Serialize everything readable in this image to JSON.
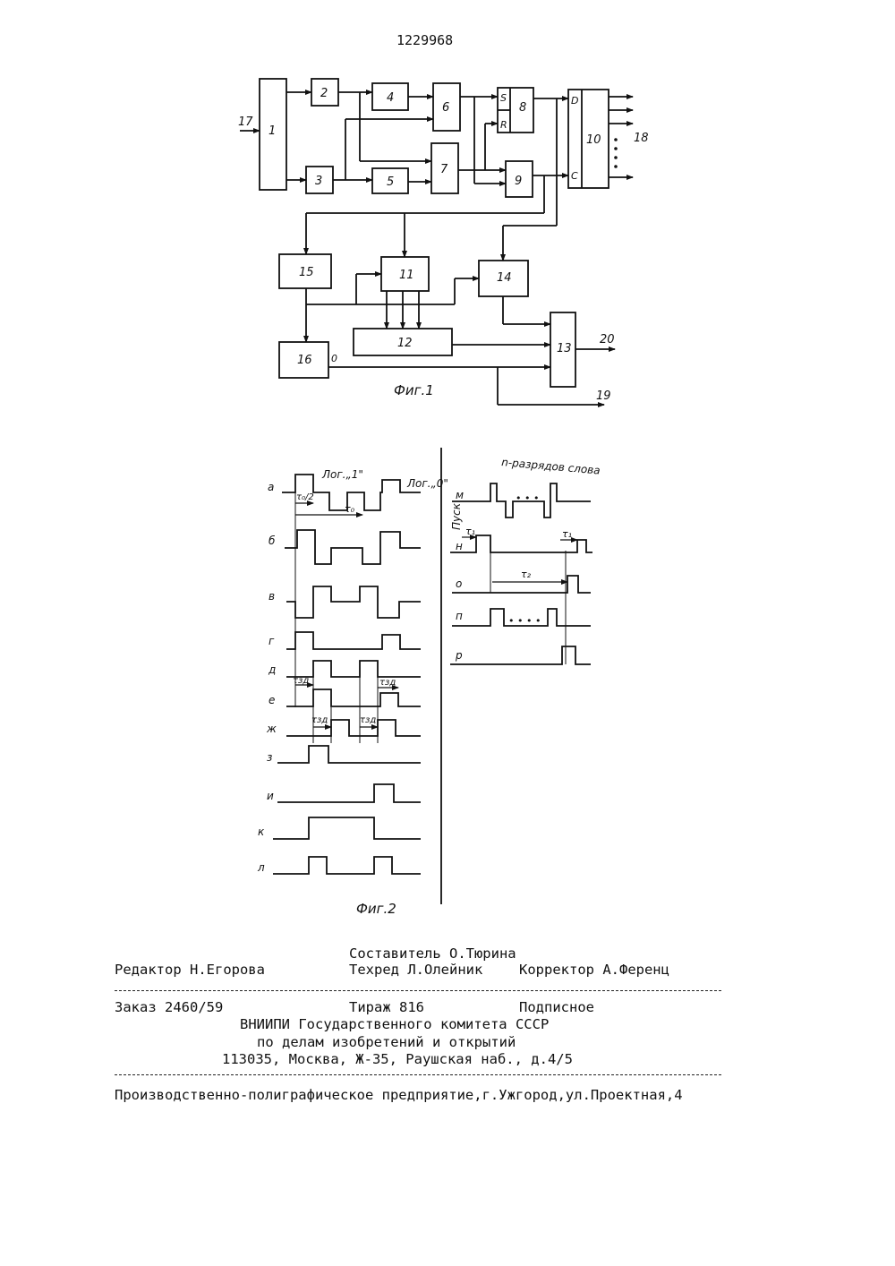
{
  "patent_number": "1229968",
  "figure1": {
    "caption": "Фиг.1",
    "blocks": [
      "1",
      "2",
      "3",
      "4",
      "5",
      "6",
      "7",
      "8",
      "9",
      "10",
      "11",
      "12",
      "13",
      "14",
      "15",
      "16"
    ],
    "trigger_inputs": [
      "S",
      "R"
    ],
    "block10_inputs": [
      "D",
      "C"
    ],
    "terminals": {
      "in": "17",
      "out10": "18",
      "out13": "20",
      "out19": "19",
      "b16_out": "0"
    }
  },
  "figure2": {
    "caption": "Фиг.2",
    "left_rows": [
      "а",
      "б",
      "в",
      "г",
      "д",
      "е",
      "ж",
      "з",
      "и",
      "к",
      "л"
    ],
    "right_rows": [
      "м",
      "н",
      "о",
      "п",
      "р"
    ],
    "log1": "Лог.„1\"",
    "log0": "Лог.„0\"",
    "tau0": "τ₀",
    "tau0half": "τ₀/2",
    "tau_zd": "τзд",
    "tau1": "τ₁",
    "tau2": "τ₂",
    "n_bits": "n-разрядов слова",
    "pusk": "Пуск",
    "dots": "• • •",
    "dots2": "• • • •"
  },
  "imprint": {
    "composer": "Составитель О.Тюрина",
    "editor": "Редактор Н.Егорова",
    "techred": "Техред Л.Олейник",
    "corrector": "Корректор А.Ференц",
    "order": "Заказ 2460/59",
    "circulation": "Тираж 816",
    "subscription": "Подписное",
    "org1": "ВНИИПИ Государственного комитета СССР",
    "org2": "по делам изобретений и открытий",
    "address": "113035, Москва, Ж-35, Раушская наб., д.4/5",
    "printer": "Производственно-полиграфическое предприятие,г.Ужгород,ул.Проектная,4"
  }
}
